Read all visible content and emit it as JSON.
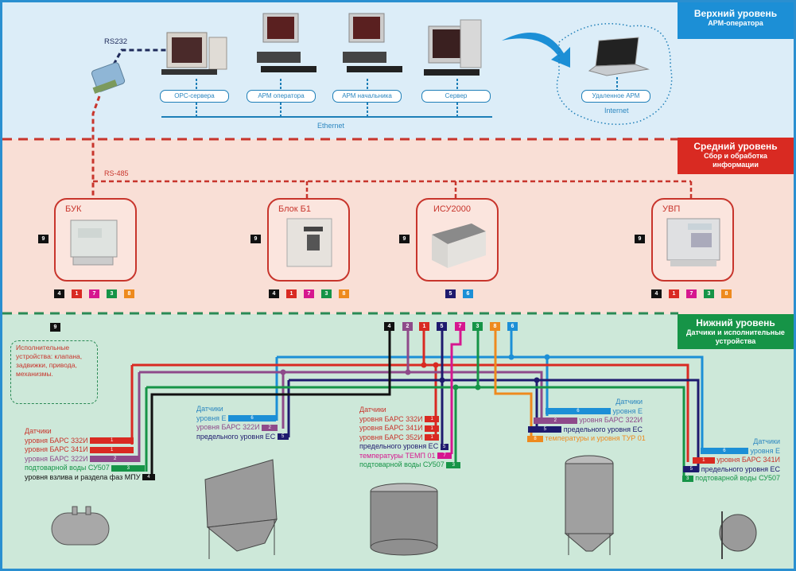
{
  "colors": {
    "c1": "#d92a22",
    "c2": "#8e4a8a",
    "c3": "#169447",
    "c4": "#111111",
    "c5": "#1e1a6e",
    "c6": "#1c8fd6",
    "c7": "#d6178f",
    "c8": "#ee8a1e",
    "c9": "#111111"
  },
  "levels": {
    "top": {
      "title": "Верхний уровень",
      "subtitle": "АРМ-оператора"
    },
    "middle": {
      "title": "Средний уровень",
      "subtitle": "Сбор и обработка информации"
    },
    "bottom": {
      "title": "Нижний уровень",
      "subtitle": "Датчики и исполнительные устройства"
    }
  },
  "top": {
    "rs232": "RS232",
    "ethernet": "Ethernet",
    "internet": "Internet",
    "stations": [
      "OPC-сервера",
      "АРМ оператора",
      "АРМ начальника",
      "Сервер"
    ],
    "remote": "Удаленное АРМ"
  },
  "middle": {
    "rs485": "RS-485",
    "devices": [
      {
        "name": "БУК",
        "outputs": [
          "4",
          "1",
          "7",
          "3",
          "8"
        ],
        "input": "9"
      },
      {
        "name": "Блок Б1",
        "outputs": [
          "4",
          "1",
          "7",
          "3",
          "8"
        ],
        "input": "9"
      },
      {
        "name": "ИСУ2000",
        "outputs": [
          "5",
          "6"
        ],
        "input": "9"
      },
      {
        "name": "УВП",
        "outputs": [
          "4",
          "1",
          "7",
          "3",
          "8"
        ],
        "input": "9"
      }
    ]
  },
  "bottom": {
    "input_badge": "9",
    "bus_badges": [
      "4",
      "2",
      "1",
      "5",
      "7",
      "3",
      "8",
      "6"
    ],
    "actuators_note": "Исполнительные устройства: клапана, задвижки, привода, механизмы.",
    "groups": [
      {
        "title": "Датчики",
        "rows": [
          {
            "text": "уровня БАРС 332И",
            "code": "1"
          },
          {
            "text": "уровня БАРС 341И",
            "code": "1"
          },
          {
            "text": "уровня БАРС 322И",
            "code": "2"
          },
          {
            "text": "подтоварной воды СУ507",
            "code": "3"
          },
          {
            "text": "уровня взлива и раздела фаз МПУ",
            "code": "4"
          }
        ]
      },
      {
        "title": "Датчики",
        "rows": [
          {
            "text": "уровня Е",
            "code": "6"
          },
          {
            "text": "уровня БАРС 322И",
            "code": "2"
          },
          {
            "text": "предельного уровня ЕС",
            "code": "5"
          }
        ]
      },
      {
        "title": "Датчики",
        "rows": [
          {
            "text": "уровня БАРС 332И",
            "code": "1"
          },
          {
            "text": "уровня БАРС 341И",
            "code": "1"
          },
          {
            "text": "уровня БАРС 352И",
            "code": "1"
          },
          {
            "text": "предельного уровня ЕС",
            "code": "5"
          },
          {
            "text": "температуры ТЕМП 01",
            "code": "7"
          },
          {
            "text": "подтоварной воды СУ507",
            "code": "3"
          }
        ]
      },
      {
        "title": "Датчики",
        "rows": [
          {
            "text": "уровня Е",
            "code": "6"
          },
          {
            "text": "уровня БАРС 322И",
            "code": "2"
          },
          {
            "text": "предельного уровня ЕС",
            "code": "5"
          },
          {
            "text": "температуры и уровня ТУР 01",
            "code": "8"
          }
        ]
      },
      {
        "title": "Датчики",
        "rows": [
          {
            "text": "уровня Е",
            "code": "6"
          },
          {
            "text": "уровня БАРС 341И",
            "code": "1"
          },
          {
            "text": "предельного уровня ЕС",
            "code": "5"
          },
          {
            "text": "подтоварной воды СУ507",
            "code": "3"
          }
        ]
      }
    ],
    "tanks": [
      "horizontal-tank",
      "hopper-silo",
      "open-cylinder-tank",
      "tall-silo",
      "spherical-tank"
    ]
  }
}
